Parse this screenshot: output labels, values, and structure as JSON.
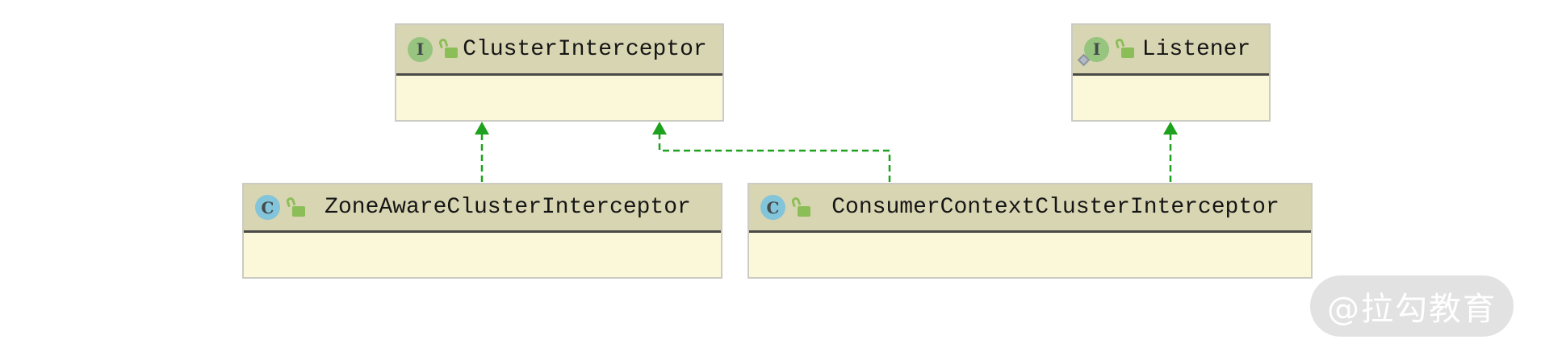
{
  "diagram": {
    "tool": "uml-class-diagram",
    "nodes": [
      {
        "id": "cluster-interceptor",
        "name": "ClusterInterceptor",
        "kind": "interface",
        "icon": "interface-icon",
        "icon_letter": "I",
        "visibility_icon": "unlocked-padlock-icon",
        "badge": null
      },
      {
        "id": "listener",
        "name": "Listener",
        "kind": "interface",
        "icon": "interface-icon",
        "icon_letter": "I",
        "visibility_icon": "unlocked-padlock-icon",
        "badge": "diamond"
      },
      {
        "id": "zone-aware-cluster-interceptor",
        "name": "ZoneAwareClusterInterceptor",
        "kind": "class",
        "icon": "class-icon",
        "icon_letter": "C",
        "visibility_icon": "unlocked-padlock-icon",
        "badge": null
      },
      {
        "id": "consumer-context-cluster-interceptor",
        "name": "ConsumerContextClusterInterceptor",
        "kind": "class",
        "icon": "class-icon",
        "icon_letter": "C",
        "visibility_icon": "unlocked-padlock-icon",
        "badge": null
      }
    ],
    "relationships": [
      {
        "from": "ZoneAwareClusterInterceptor",
        "to": "ClusterInterceptor",
        "type": "implements",
        "style": "green-dashed-arrow"
      },
      {
        "from": "ConsumerContextClusterInterceptor",
        "to": "ClusterInterceptor",
        "type": "implements",
        "style": "green-dashed-arrow"
      },
      {
        "from": "ConsumerContextClusterInterceptor",
        "to": "Listener",
        "type": "implements",
        "style": "green-dashed-arrow"
      }
    ]
  },
  "watermark": {
    "text": "@拉勾教育"
  },
  "colors": {
    "node_header_bg": "#d8d5b2",
    "node_body_bg": "#fbf8da",
    "node_border": "#cbcbc3",
    "separator": "#4a4a46",
    "edge_green": "#1ea11e",
    "interface_icon_bg": "#97c47e",
    "class_icon_bg": "#82c4da",
    "lock_green": "#8cbe58",
    "label_text": "#151515"
  }
}
